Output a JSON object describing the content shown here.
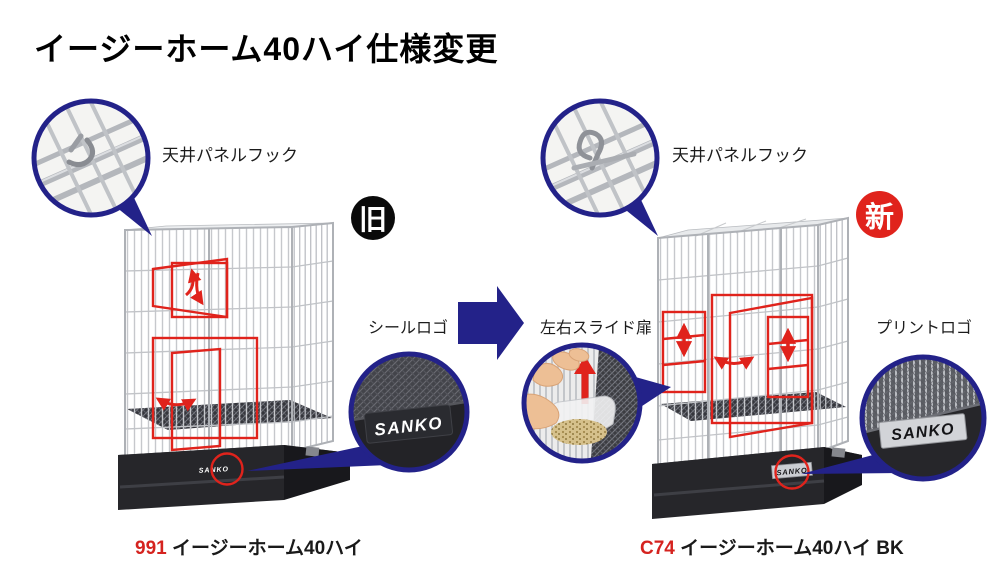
{
  "title": "イージーホーム40ハイ仕様変更",
  "colors": {
    "navy": "#232289",
    "annotation_red": "#e0231c",
    "badge_old_bg": "#0a0a0a",
    "badge_new_bg": "#e0231c"
  },
  "old_product": {
    "badge": "旧",
    "hook_label": "天井パネルフック",
    "logo_label": "シールロゴ",
    "logo_text": "SANKO",
    "base_logo_text": "SANKO",
    "caption_code": "991",
    "caption_name": "イージーホーム40ハイ"
  },
  "new_product": {
    "badge": "新",
    "hook_label": "天井パネルフック",
    "slide_door_label": "左右スライド扉",
    "logo_label": "プリントロゴ",
    "logo_text": "SANKO",
    "base_logo_text": "SANKO",
    "caption_code": "C74",
    "caption_name": "イージーホーム40ハイ BK"
  }
}
